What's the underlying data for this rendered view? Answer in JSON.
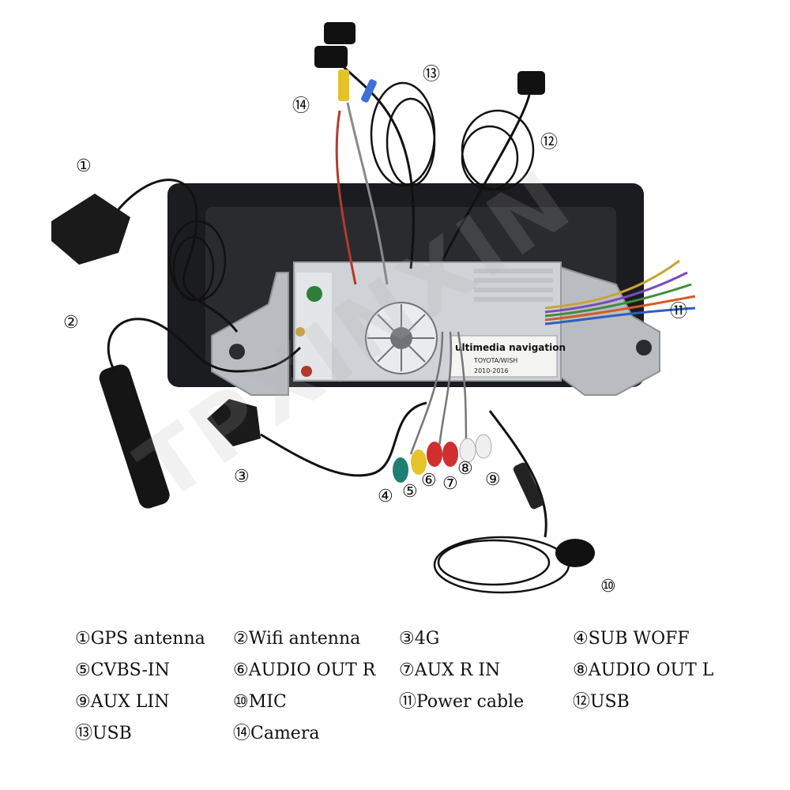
{
  "watermark": "TPXINXIN",
  "callouts": [
    {
      "id": "c1",
      "text": "①"
    },
    {
      "id": "c2",
      "text": "②"
    },
    {
      "id": "c3",
      "text": "③"
    },
    {
      "id": "c4",
      "text": "④"
    },
    {
      "id": "c5",
      "text": "⑤"
    },
    {
      "id": "c6",
      "text": "⑥"
    },
    {
      "id": "c7",
      "text": "⑦"
    },
    {
      "id": "c8",
      "text": "⑧"
    },
    {
      "id": "c9",
      "text": "⑨"
    },
    {
      "id": "c10",
      "text": "⑩"
    },
    {
      "id": "c11",
      "text": "⑪"
    },
    {
      "id": "c12",
      "text": "⑫"
    },
    {
      "id": "c13",
      "text": "⑬"
    },
    {
      "id": "c14",
      "text": "⑭"
    }
  ],
  "device_label": {
    "title": "ultimedia navigation",
    "model": "TOYOTA/WISH",
    "years": "2010-2016"
  },
  "legend": [
    "①GPS antenna",
    "②Wifi antenna",
    "③4G",
    "④SUB WOFF",
    "⑤CVBS-IN",
    "⑥AUDIO OUT R",
    "⑦AUX R IN",
    "⑧AUDIO OUT L",
    "⑨AUX LIN",
    "⑩MIC",
    "⑪Power cable",
    "⑫USB",
    "⑬USB",
    "⑭Camera"
  ]
}
